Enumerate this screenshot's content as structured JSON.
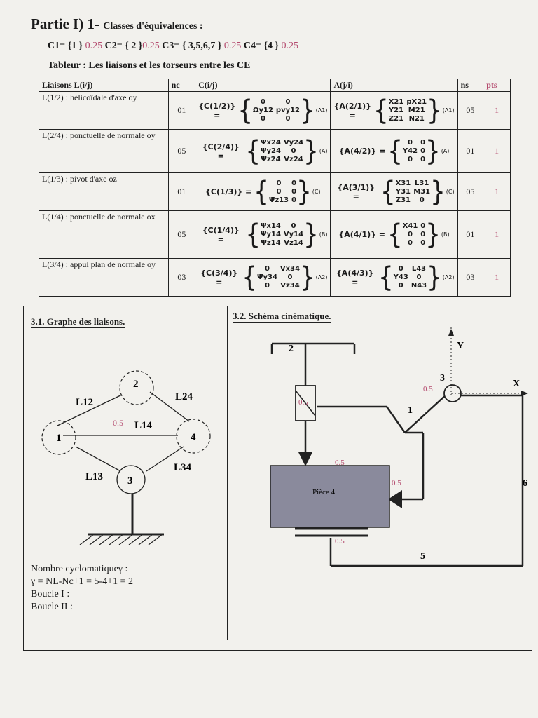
{
  "header": {
    "title_main": "Partie I) 1-",
    "title_sub": "Classes d'équivalences :",
    "classes": [
      {
        "label": "C1= {1 }",
        "grade": "0.25"
      },
      {
        "label": "C2= { 2 }",
        "grade": "0.25"
      },
      {
        "label": "C3= { 3,5,6,7 }",
        "grade": "0.25"
      },
      {
        "label": "C4= {4 }",
        "grade": "0.25"
      }
    ],
    "table_title": "Tableur : Les liaisons et les torseurs entre les CE"
  },
  "table": {
    "headers": [
      "Liaisons L(i/j)",
      "nc",
      "C(i/j)",
      "A(j/i)",
      "ns",
      "pts"
    ],
    "rows": [
      {
        "liaison": "L(1/2) : hélicoïdale d'axe oy",
        "nc": "01",
        "c_lhs": "{C(1/2)} =",
        "c_mat": [
          "0",
          "0",
          "Ωy12",
          "pvy12",
          "0",
          "0"
        ],
        "c_pt": "(A1)",
        "a_lhs": "{A(2/1)} =",
        "a_mat": [
          "X21",
          "pX21",
          "Y21",
          "M21",
          "Z21",
          "N21"
        ],
        "a_pt": "(A1)",
        "ns": "05",
        "pts": "1"
      },
      {
        "liaison": "L(2/4) : ponctuelle de normale oy",
        "nc": "05",
        "c_lhs": "{C(2/4)} =",
        "c_mat": [
          "Ψx24",
          "Vy24",
          "Ψy24",
          "0",
          "Ψz24",
          "Vz24"
        ],
        "c_pt": "(A)",
        "a_lhs": "{A(4/2)} =",
        "a_mat": [
          "0",
          "0",
          "Y42",
          "0",
          "0",
          "0"
        ],
        "a_pt": "(A)",
        "ns": "01",
        "pts": "1"
      },
      {
        "liaison": "L(1/3) : pivot d'axe oz",
        "nc": "01",
        "c_lhs": "{C(1/3)} =",
        "c_mat": [
          "0",
          "0",
          "0",
          "0",
          "Ψz13",
          "0"
        ],
        "c_pt": "(C)",
        "a_lhs": "{A(3/1)} =",
        "a_mat": [
          "X31",
          "L31",
          "Y31",
          "M31",
          "Z31",
          "0"
        ],
        "a_pt": "(C)",
        "ns": "05",
        "pts": "1"
      },
      {
        "liaison": "L(1/4) : ponctuelle de normale ox",
        "nc": "05",
        "c_lhs": "{C(1/4)} =",
        "c_mat": [
          "Ψx14",
          "0",
          "Ψy14",
          "Vy14",
          "Ψz14",
          "Vz14"
        ],
        "c_pt": "(B)",
        "a_lhs": "{A(4/1)} =",
        "a_mat": [
          "X41",
          "0",
          "0",
          "0",
          "0",
          "0"
        ],
        "a_pt": "(B)",
        "ns": "01",
        "pts": "1"
      },
      {
        "liaison": "L(3/4) : appui plan de normale oy",
        "nc": "03",
        "c_lhs": "{C(3/4)} =",
        "c_mat": [
          "0",
          "Vx34",
          "Ψy34",
          "0",
          "0",
          "Vz34"
        ],
        "c_pt": "(A2)",
        "a_lhs": "{A(4/3)} =",
        "a_mat": [
          "0",
          "L43",
          "Y43",
          "0",
          "0",
          "N43"
        ],
        "a_pt": "(A2)",
        "ns": "03",
        "pts": "1"
      }
    ]
  },
  "graph": {
    "section_title": "3.1. Graphe des liaisons.",
    "nodes": [
      "1",
      "2",
      "3",
      "4"
    ],
    "links": [
      "L12",
      "L24",
      "L14",
      "L13",
      "L34"
    ],
    "grade": "0.5",
    "cyclo_lines": [
      "Nombre cyclomatiqueγ :",
      "γ = NL-Nc+1 = 5-4+1 = 2",
      "Boucle I :",
      "Boucle II :"
    ]
  },
  "schema": {
    "section_title": "3.2. Schéma cinématique.",
    "labels": {
      "part2": "2",
      "part1": "1",
      "part3": "3",
      "part5": "5",
      "part6": "6",
      "axis_x": "X",
      "axis_y": "Y",
      "piece": "Pièce 4"
    },
    "grades": [
      "0.5",
      "0.5",
      "0.5",
      "0.5",
      "0.5"
    ],
    "colors": {
      "piece_fill": "#8a8a9c",
      "grade": "#b44a6e"
    }
  }
}
